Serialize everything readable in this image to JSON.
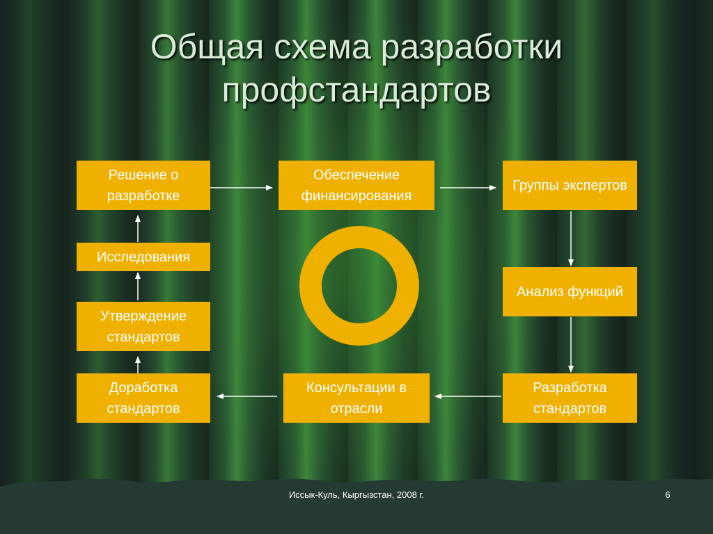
{
  "title": {
    "line1": "Общая схема разработки",
    "line2": "профстандартов"
  },
  "boxes": {
    "decision": "Решение о разработке",
    "financing": "Обеспечение финансирования",
    "experts": "Группы экспертов",
    "research": "Исследования",
    "analysis": "Анализ функций",
    "approval": "Утверждение стандартов",
    "refinement": "Доработка стандартов",
    "consultation": "Консультации в отрасли",
    "development": "Разработка стандартов"
  },
  "colors": {
    "box": "#f0b000",
    "ring": "#f0b000",
    "title": "#d8ecd8"
  },
  "footer": {
    "text": "Иссык-Куль, Кыргызстан, 2008 г.",
    "page": "6"
  }
}
